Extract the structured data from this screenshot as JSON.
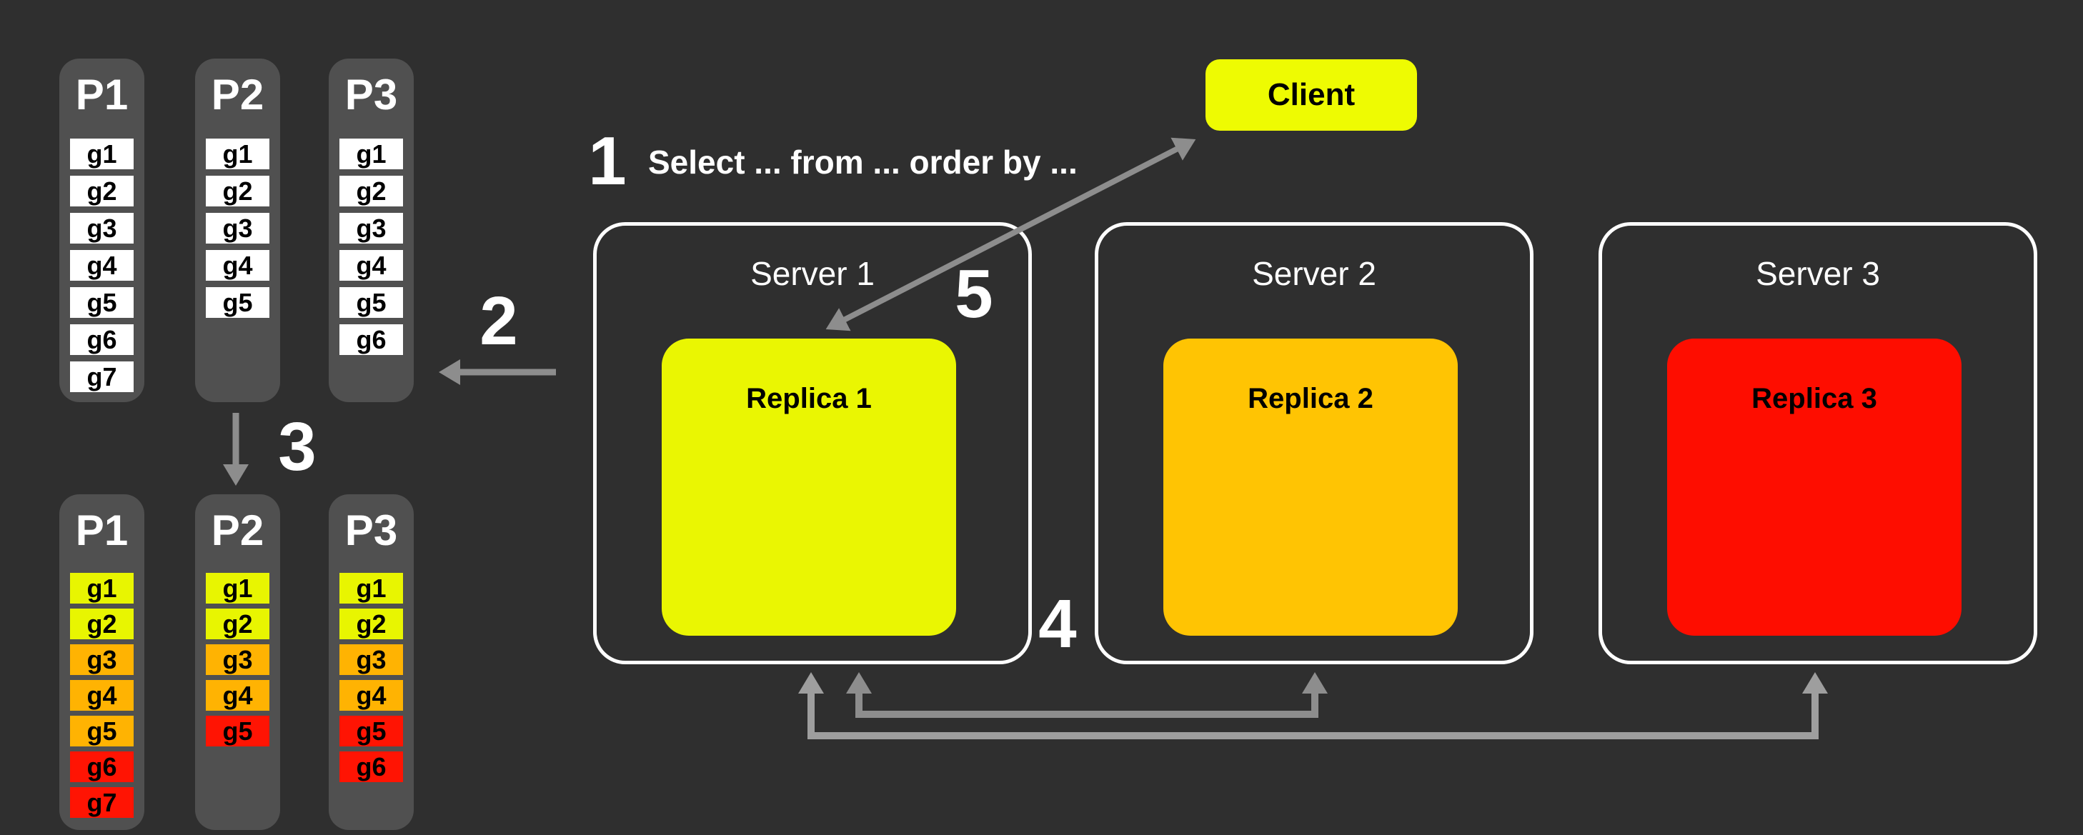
{
  "diagram": {
    "client": {
      "label": "Client"
    },
    "query_text": "Select ... from ... order by ...",
    "steps": {
      "n1": "1",
      "n2": "2",
      "n3": "3",
      "n4": "4",
      "n5": "5"
    },
    "servers": [
      {
        "title": "Server 1",
        "replica": {
          "label": "Replica 1",
          "color": "yellow"
        }
      },
      {
        "title": "Server 2",
        "replica": {
          "label": "Replica 2",
          "color": "orange"
        }
      },
      {
        "title": "Server 3",
        "replica": {
          "label": "Replica 3",
          "color": "red"
        }
      }
    ],
    "top_partitions": [
      {
        "title": "P1",
        "cells": [
          {
            "label": "g1",
            "color": "white"
          },
          {
            "label": "g2",
            "color": "white"
          },
          {
            "label": "g3",
            "color": "white"
          },
          {
            "label": "g4",
            "color": "white"
          },
          {
            "label": "g5",
            "color": "white"
          },
          {
            "label": "g6",
            "color": "white"
          },
          {
            "label": "g7",
            "color": "white"
          }
        ]
      },
      {
        "title": "P2",
        "cells": [
          {
            "label": "g1",
            "color": "white"
          },
          {
            "label": "g2",
            "color": "white"
          },
          {
            "label": "g3",
            "color": "white"
          },
          {
            "label": "g4",
            "color": "white"
          },
          {
            "label": "g5",
            "color": "white"
          }
        ]
      },
      {
        "title": "P3",
        "cells": [
          {
            "label": "g1",
            "color": "white"
          },
          {
            "label": "g2",
            "color": "white"
          },
          {
            "label": "g3",
            "color": "white"
          },
          {
            "label": "g4",
            "color": "white"
          },
          {
            "label": "g5",
            "color": "white"
          },
          {
            "label": "g6",
            "color": "white"
          }
        ]
      }
    ],
    "bottom_partitions": [
      {
        "title": "P1",
        "cells": [
          {
            "label": "g1",
            "color": "yellow"
          },
          {
            "label": "g2",
            "color": "yellow"
          },
          {
            "label": "g3",
            "color": "orange"
          },
          {
            "label": "g4",
            "color": "orange"
          },
          {
            "label": "g5",
            "color": "orange"
          },
          {
            "label": "g6",
            "color": "red"
          },
          {
            "label": "g7",
            "color": "red"
          }
        ]
      },
      {
        "title": "P2",
        "cells": [
          {
            "label": "g1",
            "color": "yellow"
          },
          {
            "label": "g2",
            "color": "yellow"
          },
          {
            "label": "g3",
            "color": "orange"
          },
          {
            "label": "g4",
            "color": "orange"
          },
          {
            "label": "g5",
            "color": "red"
          }
        ]
      },
      {
        "title": "P3",
        "cells": [
          {
            "label": "g1",
            "color": "yellow"
          },
          {
            "label": "g2",
            "color": "yellow"
          },
          {
            "label": "g3",
            "color": "orange"
          },
          {
            "label": "g4",
            "color": "orange"
          },
          {
            "label": "g5",
            "color": "red"
          },
          {
            "label": "g6",
            "color": "red"
          }
        ]
      }
    ],
    "colors": {
      "page_bg": "#2f2f2f",
      "column_bg": "#505050",
      "white_cell": "#ffffff",
      "yellow": "#e8f501",
      "orange": "#ffb302",
      "red": "#ff1403",
      "client_yellow": "#eefb02",
      "replica1_yellow": "#eaf602",
      "replica2_orange": "#ffc403",
      "replica3_red": "#fe0d00",
      "arrow_gray": "#8d8d8d",
      "arrow_light_gray": "#9e9e9e",
      "server_border": "#ffffff",
      "text_white": "#ffffff",
      "text_black": "#000000"
    }
  }
}
